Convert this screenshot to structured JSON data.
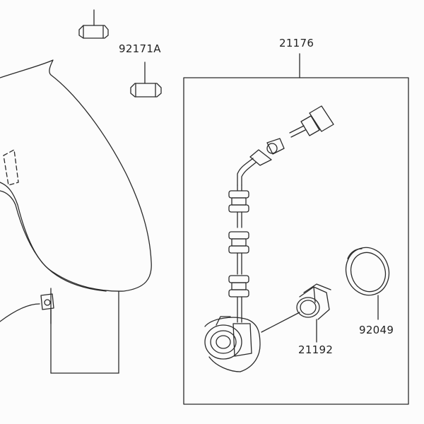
{
  "diagram": {
    "labels": {
      "clip_upper": "92171A",
      "sensor_assembly": "21176",
      "bushing": "21192",
      "o_ring": "92049"
    }
  }
}
